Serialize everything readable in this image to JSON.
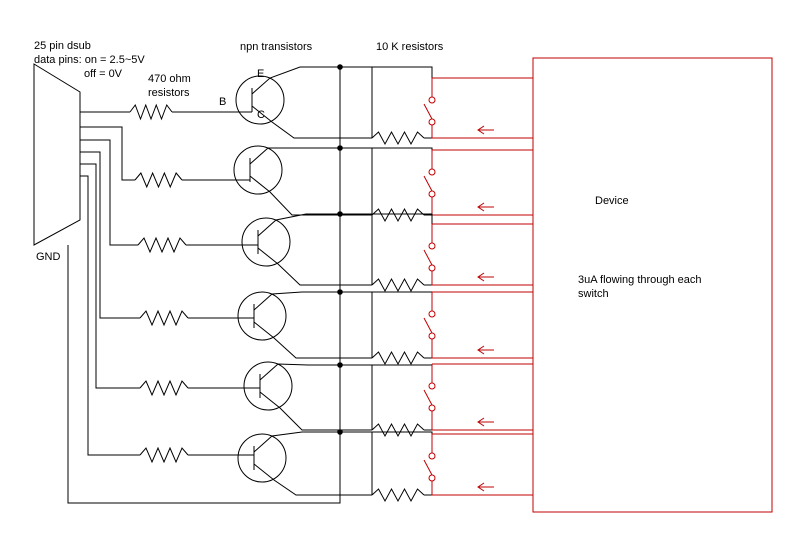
{
  "labels": {
    "dsub_line1": "25 pin dsub",
    "dsub_line2": "data pins: on = 2.5~5V",
    "dsub_line3": "off = 0V",
    "npn": "npn transistors",
    "res10k": "10 K resistors",
    "res470_line1": "470 ohm",
    "res470_line2": "resistors",
    "pin_b": "B",
    "pin_e": "E",
    "pin_c": "C",
    "gnd": "GND",
    "device": "Device",
    "current_line1": "3uA flowing through each",
    "current_line2": "switch"
  },
  "circuit": {
    "channel_count": 6,
    "switch_arrow": "←",
    "colors": {
      "circuit": "#000000",
      "device_side": "#c00000"
    }
  }
}
